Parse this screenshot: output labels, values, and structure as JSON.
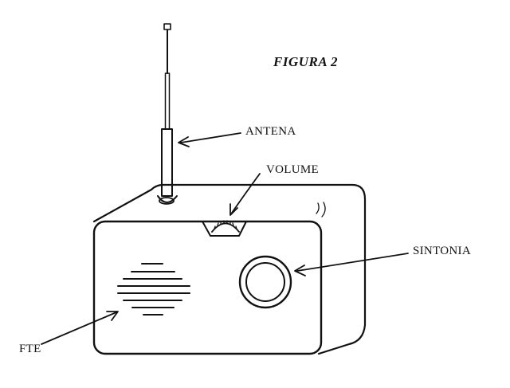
{
  "figure": {
    "caption": "FIGURA 2"
  },
  "labels": {
    "antena": "ANTENA",
    "volume": "VOLUME",
    "sintonia": "SINTONIA",
    "fte": "FTE"
  },
  "colors": {
    "ink": "#111111",
    "paper": "#ffffff"
  }
}
